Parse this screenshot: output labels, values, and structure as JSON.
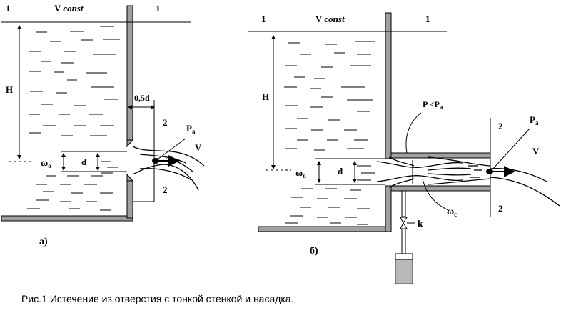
{
  "figure_a": {
    "section_label_left": "1",
    "section_label_right": "1",
    "v_const_letter": "V",
    "v_const_word": "const",
    "head_label": "H",
    "omega": "ω",
    "omega_sub": "o",
    "diameter_label": "d",
    "offset_label": "0,5d",
    "section_2_top": "2",
    "section_2_bottom": "2",
    "pressure_letter": "P",
    "pressure_sub": "a",
    "velocity_label": "V",
    "panel_label": "а)"
  },
  "figure_b": {
    "section_label_left": "1",
    "section_label_right": "1",
    "v_const_letter": "V",
    "v_const_word": "const",
    "head_label": "H",
    "vacuum_label_main": "P <P",
    "vacuum_label_sub": "a",
    "omega": "ω",
    "omega_sub": "o",
    "diameter_label": "d",
    "omega_c": "ω",
    "omega_c_sub": "c",
    "section_2_top": "2",
    "section_2_bottom": "2",
    "pressure_letter": "P",
    "pressure_sub": "a",
    "velocity_label": "V",
    "valve_label": "k",
    "panel_label": "б)"
  },
  "caption": "Рис.1 Истечение из отверстия с тонкой стенкой и насадка."
}
